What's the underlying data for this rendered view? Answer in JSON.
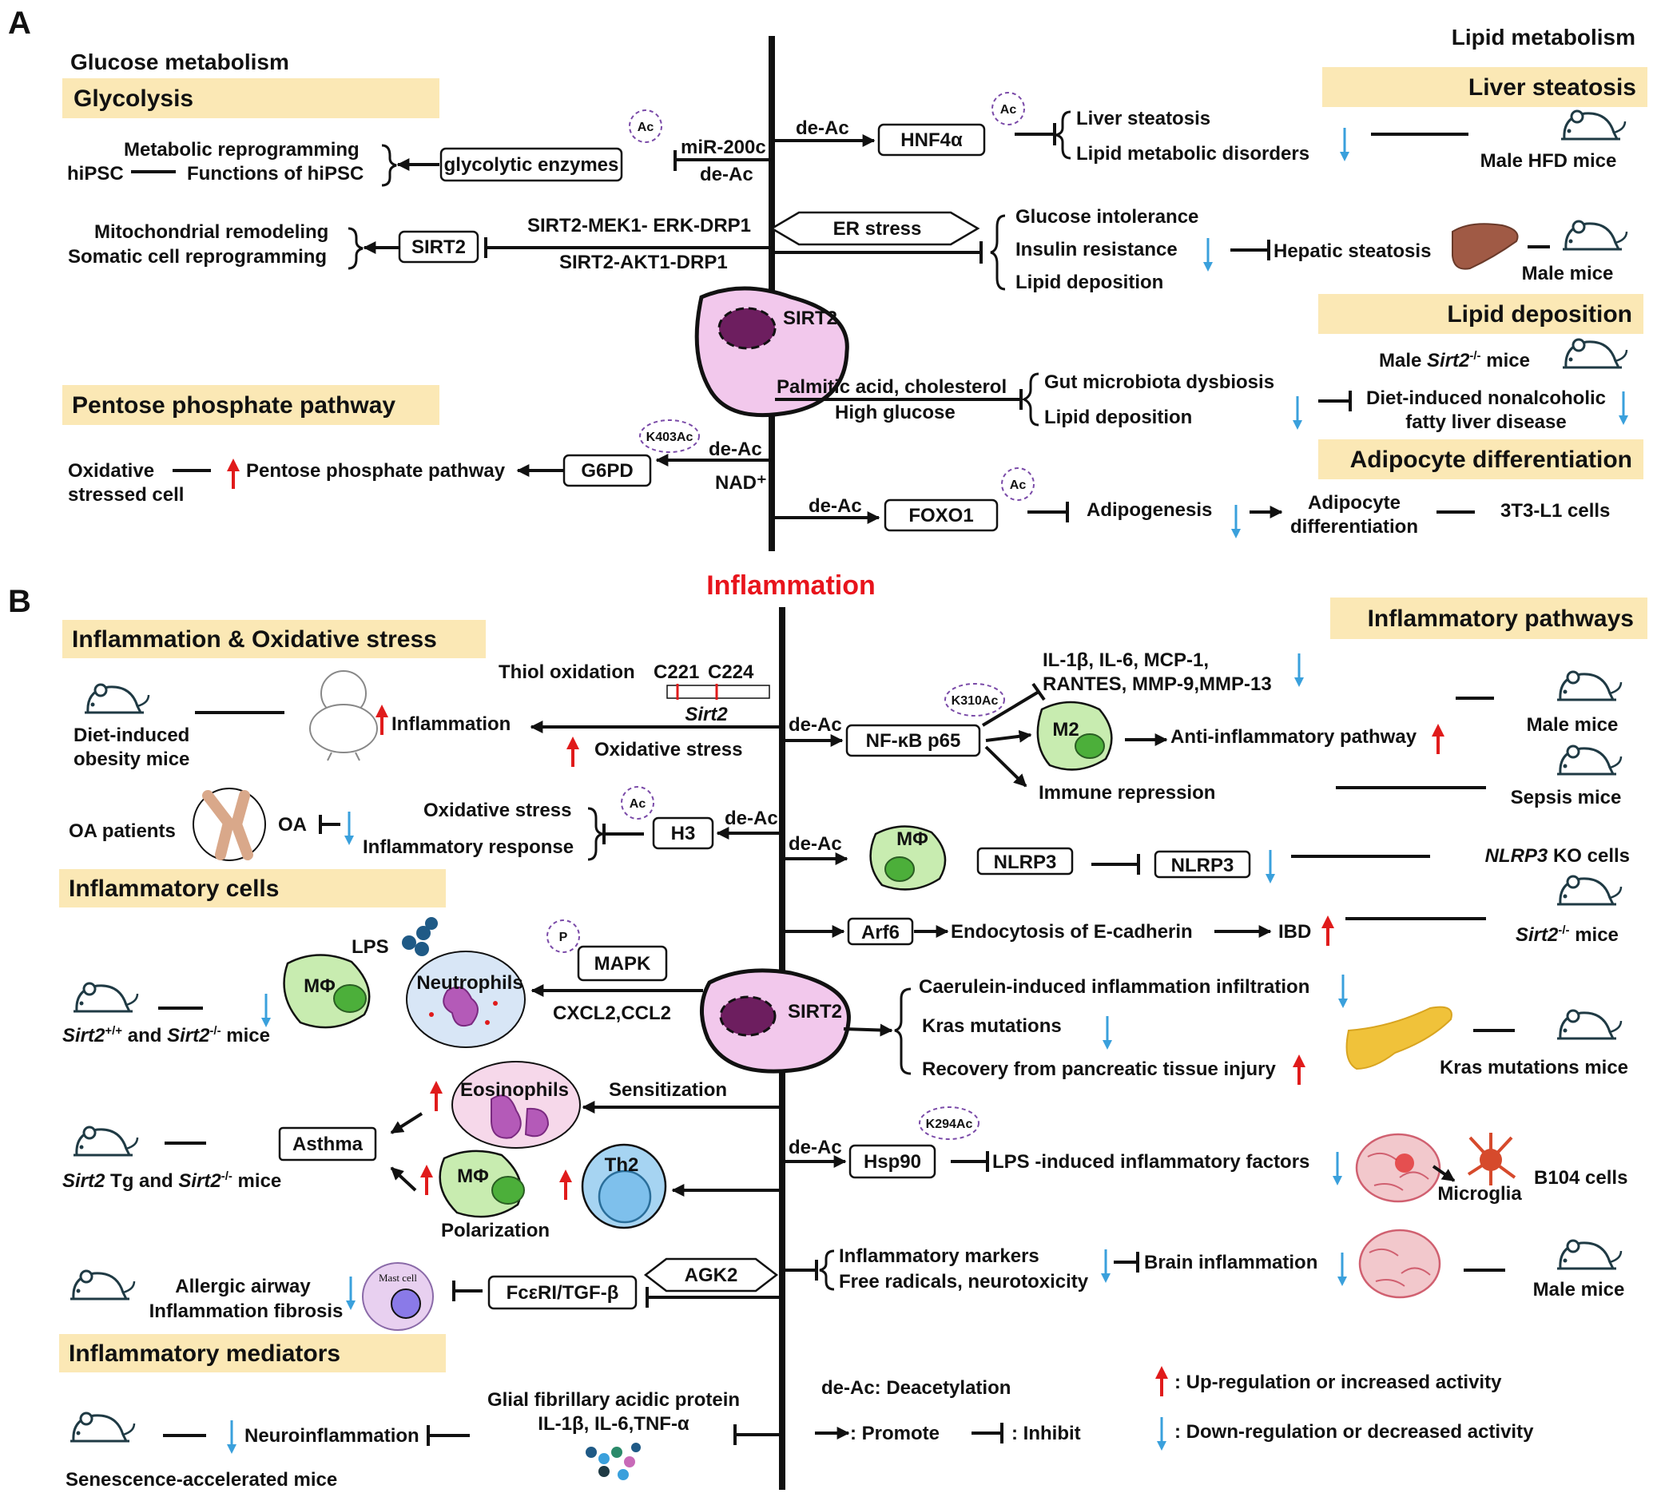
{
  "panels": {
    "a": "A",
    "b": "B"
  },
  "panel_a": {
    "glucose_metabolism": "Glucose metabolism",
    "lipid_metabolism": "Lipid metabolism",
    "glycolysis": "Glycolysis",
    "metabolic_reprogramming": "Metabolic reprogramming",
    "functions_of_hipsc": "Functions of hiPSC",
    "hipsc": "hiPSC",
    "glycolytic_enzymes": "glycolytic enzymes",
    "ac": "Ac",
    "mir200c": "miR-200c",
    "de_ac": "de-Ac",
    "mitochondrial_remodeling": "Mitochondrial remodeling",
    "somatic_cell_reprogramming": "Somatic cell reprogramming",
    "sirt2": "SIRT2",
    "sirt2_mek1": "SIRT2-MEK1- ERK-DRP1",
    "sirt2_akt1": "SIRT2-AKT1-DRP1",
    "ppp_header": "Pentose phosphate pathway",
    "k403ac": "K403Ac",
    "oxidative": "Oxidative",
    "stressed_cell": "stressed cell",
    "ppp": "Pentose phosphate pathway",
    "g6pd": "G6PD",
    "nad": "NAD⁺",
    "hnf4a": "HNF4α",
    "liver_steatosis_item": "Liver steatosis",
    "lipid_metabolic_disorders": "Lipid metabolic disorders",
    "liver_steatosis_header": "Liver steatosis",
    "male_hfd_mice": "Male HFD mice",
    "er_stress": "ER stress",
    "glucose_intolerance": "Glucose intolerance",
    "insulin_resistance": "Insulin resistance",
    "lipid_deposition_item": "Lipid deposition",
    "hepatic_steatosis": "Hepatic steatosis",
    "male_mice": "Male mice",
    "lipid_deposition_header": "Lipid deposition",
    "male_sirt2_prefix": "Male ",
    "sirt2_gene": "Sirt2",
    "ko_sup": "-/-",
    "mice_suffix": " mice",
    "palmitic": "Palmitic acid, cholesterol",
    "high_glucose": "High glucose",
    "gut_microbiota": "Gut microbiota dysbiosis",
    "lipid_deposition_item2": "Lipid deposition",
    "diet_nafld_1": "Diet-induced nonalcoholic",
    "diet_nafld_2": "fatty liver disease",
    "adipocyte_diff_header": "Adipocyte differentiation",
    "foxo1": "FOXO1",
    "adipogenesis": "Adipogenesis",
    "adipocyte": "Adipocyte",
    "differentiation": "differentiation",
    "cells_3t3": "3T3-L1 cells"
  },
  "panel_b": {
    "inflammation_title": "Inflammation",
    "infl_ox_header": "Inflammation & Oxidative stress",
    "inflammatory_pathways": "Inflammatory pathways",
    "thiol_oxidation": "Thiol oxidation",
    "c221": "C221",
    "c224": "C224",
    "sirt2_gene": "Sirt2",
    "diet_obesity_1": "Diet-induced",
    "diet_obesity_2": "obesity mice",
    "inflammation": "Inflammation",
    "oxidative_stress": "Oxidative stress",
    "de_ac": "de-Ac",
    "nfkb": "NF-κB p65",
    "k310ac": "K310Ac",
    "cytokines_1": "IL-1β, IL-6, MCP-1,",
    "cytokines_2": "RANTES, MMP-9,MMP-13",
    "m2": "M2",
    "anti_inflammatory": "Anti-inflammatory pathway",
    "immune_repression": "Immune repression",
    "male_mice": "Male mice",
    "sepsis_mice": "Sepsis mice",
    "oa_patients": "OA patients",
    "oa": "OA",
    "ox_stress2": "Oxidative stress",
    "infl_response": "Inflammatory response",
    "ac": "Ac",
    "h3": "H3",
    "mphi": "MΦ",
    "nlrp3": "NLRP3",
    "nlrp3_ko": "NLRP3",
    "ko_cells": " KO cells",
    "inflammatory_cells": "Inflammatory cells",
    "arf6": "Arf6",
    "endocytosis": "Endocytosis of E-cadherin",
    "ibd": "IBD",
    "sirt2_ko_mice": " mice",
    "ko_sup": "-/-",
    "wt_sup": "+/+",
    "lps": "LPS",
    "p": "P",
    "mapk": "MAPK",
    "neutrophils": "Neutrophils",
    "cxcl2": "CXCL2,CCL2",
    "sirt2": "SIRT2",
    "and": " and ",
    "mice": " mice",
    "caerulein": "Caerulein-induced inflammation infiltration",
    "kras": "Kras mutations",
    "recovery": "Recovery from pancreatic tissue injury",
    "kras_mice": "Kras mutations mice",
    "eosinophils": "Eosinophils",
    "sensitization": "Sensitization",
    "asthma": "Asthma",
    "sirt2_tg": " Tg and ",
    "polarization": "Polarization",
    "th2": "Th2",
    "hsp90": "Hsp90",
    "k294ac": "K294Ac",
    "lps_factors": "LPS -induced inflammatory factors",
    "microglia": "Microglia",
    "b104": "B104 cells",
    "agk2": "AGK2",
    "fceri": "FcεRI/TGF-β",
    "mast_cell": "Mast cell",
    "allergic_1": "Allergic airway",
    "allergic_2": "Inflammation fibrosis",
    "infl_markers": "Inflammatory markers",
    "free_radicals": "Free radicals, neurotoxicity",
    "brain_inflammation": "Brain inflammation",
    "male_mice2": "Male mice",
    "inflammatory_mediators": "Inflammatory mediators",
    "gfap": "Glial fibrillary acidic protein",
    "il_tnf": "IL-1β, IL-6,TNF-α",
    "neuroinflammation": "Neuroinflammation",
    "senescence": "Senescence-accelerated mice"
  },
  "legend": {
    "deac": "de-Ac: Deacetylation",
    "promote": ": Promote",
    "inhibit": ": Inhibit",
    "up": ": Up-regulation or increased activity",
    "down": ": Down-regulation or decreased activity"
  },
  "colors": {
    "band": "#fbe8b5",
    "cell": "#f2c8ec",
    "nucleus": "#6d1e5f",
    "macrophage": "#c8ecb0",
    "up_arrow": "#e01b1b",
    "down_arrow": "#3aa0dc",
    "title_red": "#e8141c"
  }
}
